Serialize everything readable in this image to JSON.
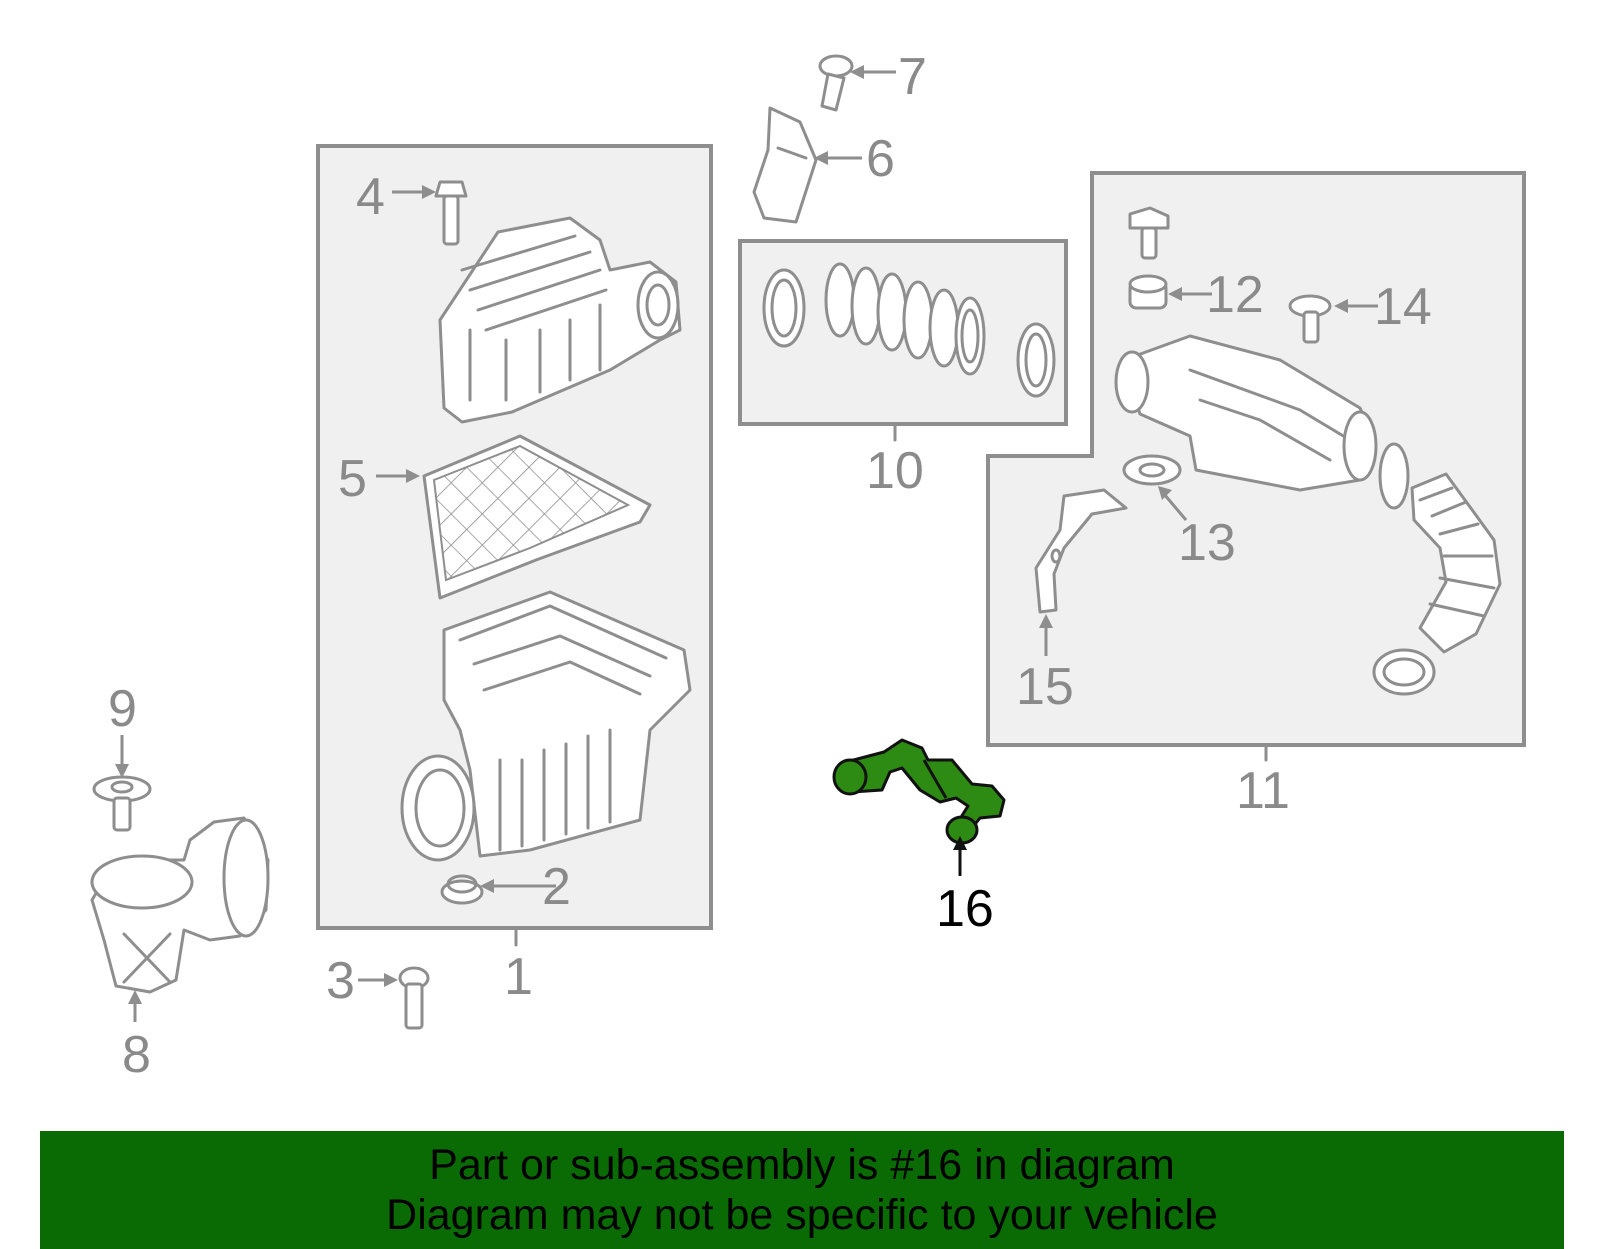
{
  "callouts": {
    "c1": "1",
    "c2": "2",
    "c3": "3",
    "c4": "4",
    "c5": "5",
    "c6": "6",
    "c7": "7",
    "c8": "8",
    "c9": "9",
    "c10": "10",
    "c11": "11",
    "c12": "12",
    "c13": "13",
    "c14": "14",
    "c15": "15",
    "c16": "16"
  },
  "highlighted_part": "16",
  "colors": {
    "highlight": "#2d8a12",
    "banner": "#0a6b05",
    "drawing": "#8e8e8e",
    "frame_fill": "#f0f0f0"
  },
  "banner": {
    "line1": "Part or sub-assembly is #16 in diagram",
    "line2": "Diagram may not be specific to your vehicle"
  }
}
